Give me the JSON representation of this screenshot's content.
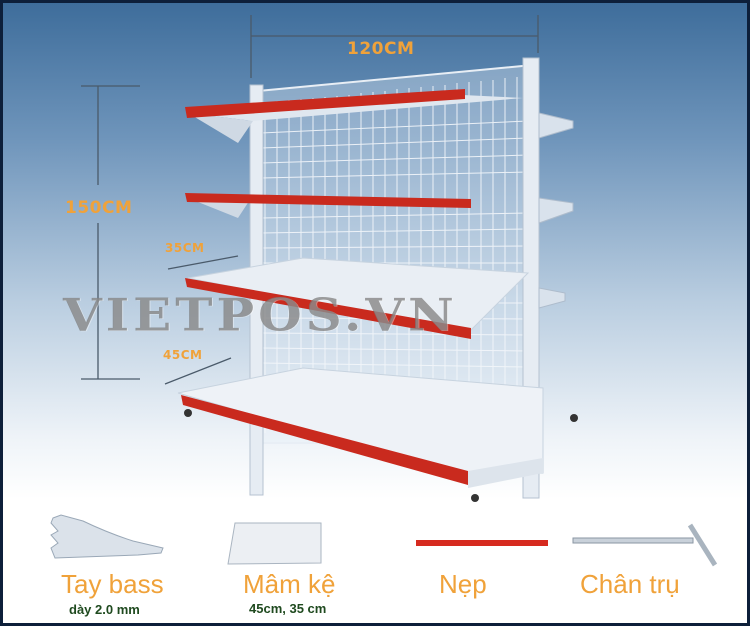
{
  "dimensions": {
    "width": "120CM",
    "height": "150CM",
    "depth_upper": "35CM",
    "depth_lower": "45CM"
  },
  "watermark": "VIETPOS.VN",
  "parts": [
    {
      "name": "Tay bass",
      "detail": "dày 2.0 mm"
    },
    {
      "name": "Mâm kệ",
      "detail": "45cm, 35 cm"
    },
    {
      "name": "Nẹp"
    },
    {
      "name": "Chân trụ"
    }
  ],
  "colors": {
    "accent": "#f0a23a",
    "strip_red": "#d0261c",
    "frame": "#0d1f3a"
  }
}
